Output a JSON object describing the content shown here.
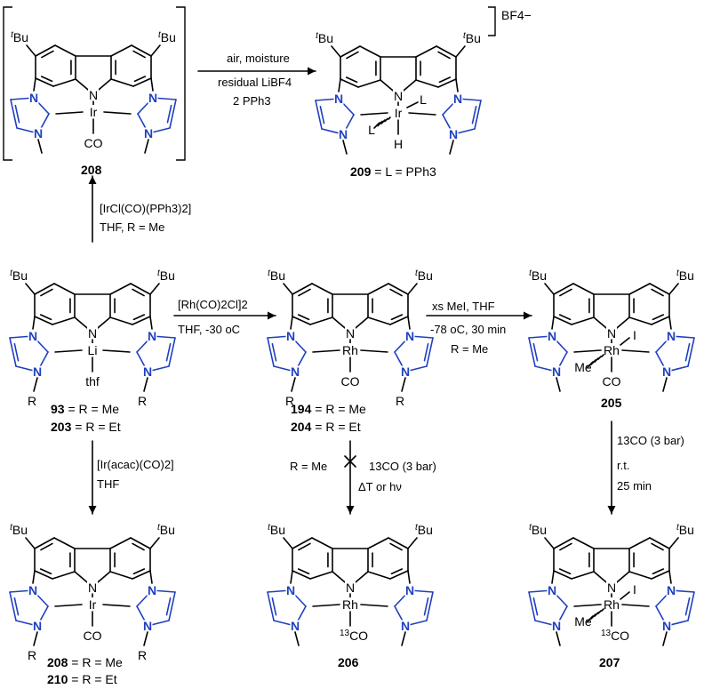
{
  "colors": {
    "bond": "#000000",
    "nhc": "#1f3fbf"
  },
  "labels": {
    "tBu": "tBu",
    "N": "N",
    "CO": "CO",
    "13CO": "13CO",
    "Me": "Me",
    "L": "L",
    "H": "H",
    "I": "I",
    "R": "R",
    "thf": "thf",
    "BF4": "BF4−"
  },
  "molecules": [
    {
      "id": "m208top",
      "metal": "Ir",
      "caption_num": "208",
      "caption_rest": "",
      "bracketed": true
    },
    {
      "id": "m209",
      "metal": "Ir",
      "caption_num": "209",
      "caption_rest": " = L = PPh3",
      "counterion": "BF4−"
    },
    {
      "id": "m93",
      "metal": "Li",
      "caption_num": "93",
      "caption_rest": " = R = Me",
      "caption2_num": "203",
      "caption2_rest": " = R = Et"
    },
    {
      "id": "m194",
      "metal": "Rh",
      "caption_num": "194",
      "caption_rest": " = R = Me",
      "caption2_num": "204",
      "caption2_rest": " = R = Et"
    },
    {
      "id": "m205",
      "metal": "Rh",
      "caption_num": "205",
      "caption_rest": ""
    },
    {
      "id": "m208",
      "metal": "Ir",
      "caption_num": "208",
      "caption_rest": " = R = Me",
      "caption2_num": "210",
      "caption2_rest": " = R = Et"
    },
    {
      "id": "m206",
      "metal": "Rh",
      "caption_num": "206",
      "caption_rest": ""
    },
    {
      "id": "m207",
      "metal": "Rh",
      "caption_num": "207",
      "caption_rest": ""
    }
  ],
  "arrows": [
    {
      "id": "a_top",
      "lines": [
        "air, moisture",
        "residual LiBF4",
        "2 PPh3"
      ]
    },
    {
      "id": "a_up",
      "lines": [
        "[IrCl(CO)(PPh3)2]",
        "THF, R = Me"
      ]
    },
    {
      "id": "a_mid1",
      "lines": [
        "[Rh(CO)2Cl]2",
        "THF, -30 oC"
      ]
    },
    {
      "id": "a_mid2",
      "lines": [
        "xs MeI, THF",
        "-78 oC, 30 min",
        "R = Me"
      ]
    },
    {
      "id": "a_down1",
      "lines": [
        "[Ir(acac)(CO)2]",
        "THF"
      ]
    },
    {
      "id": "a_down2",
      "lines": [
        "R = Me",
        "13CO (3 bar)",
        "ΔT or hν"
      ]
    },
    {
      "id": "a_down3",
      "lines": [
        "13CO (3 bar)",
        "r.t.",
        "25 min"
      ]
    }
  ]
}
